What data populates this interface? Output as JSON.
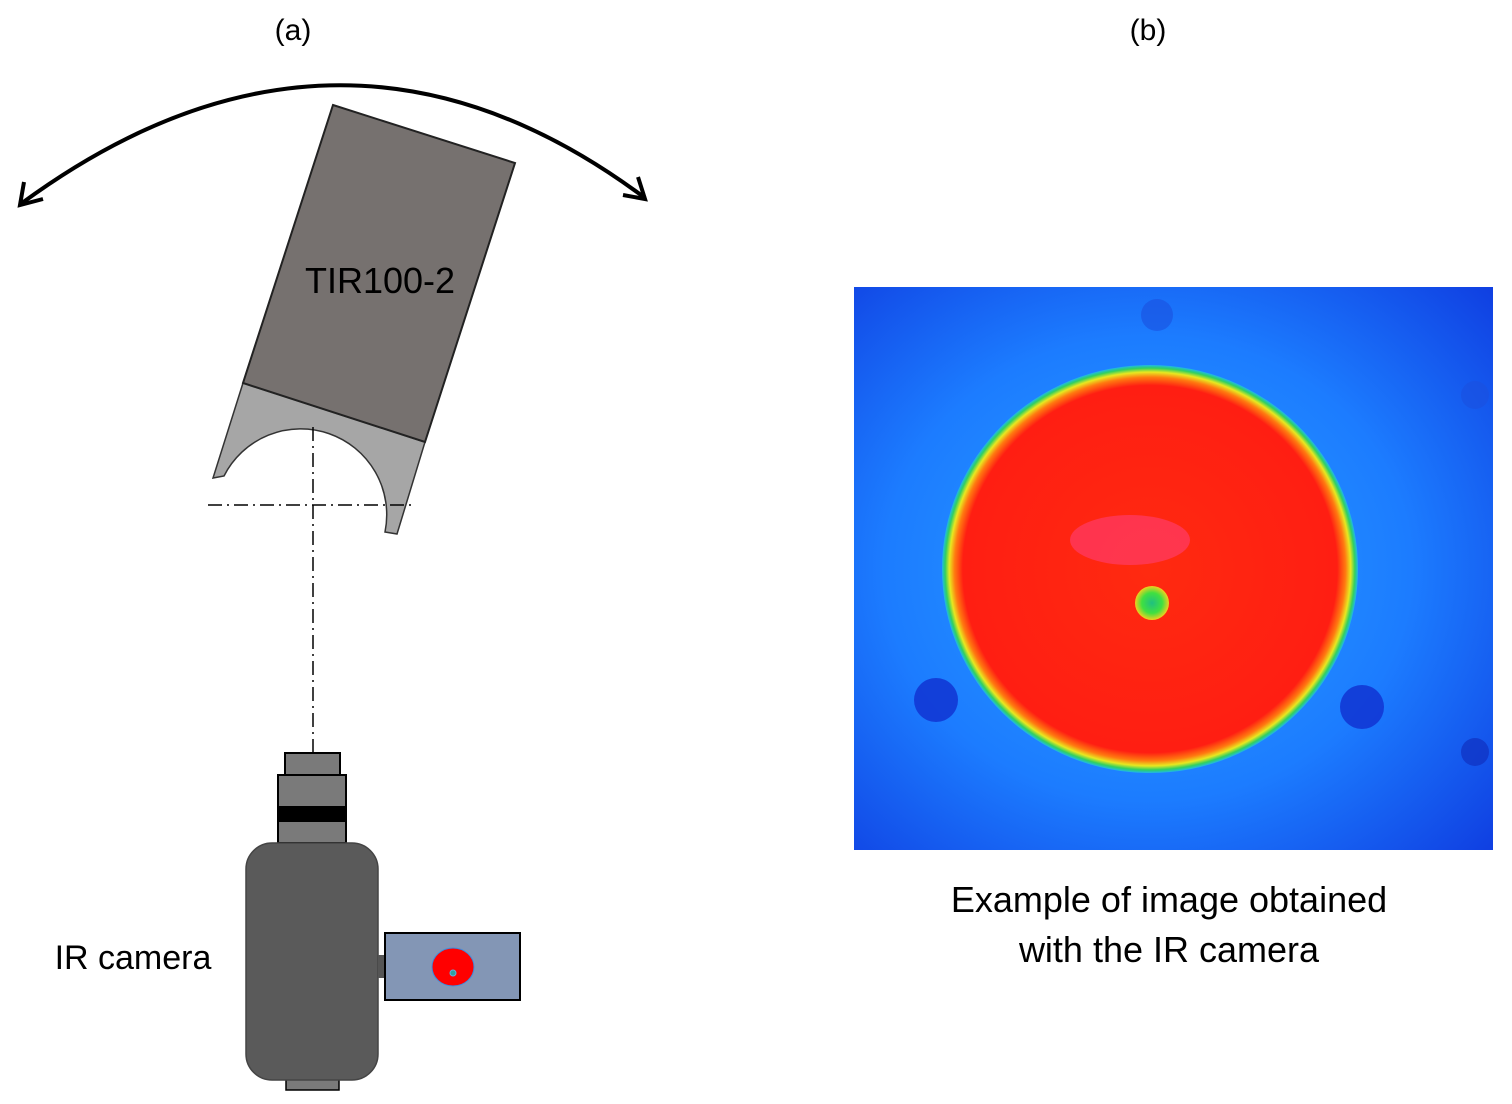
{
  "panel_a": {
    "label": "(a)",
    "device_label": "TIR100-2",
    "camera_label": "IR camera"
  },
  "panel_b": {
    "label": "(b)",
    "caption_line1": "Example of image obtained",
    "caption_line2": "with the IR camera"
  },
  "colors": {
    "device_body": "#76716f",
    "device_holder": "#a6a6a6",
    "camera_body": "#5a5a5a",
    "camera_screen": "#8396b5",
    "hot": "#ff2a10",
    "background_ir": "#1a6cff"
  }
}
